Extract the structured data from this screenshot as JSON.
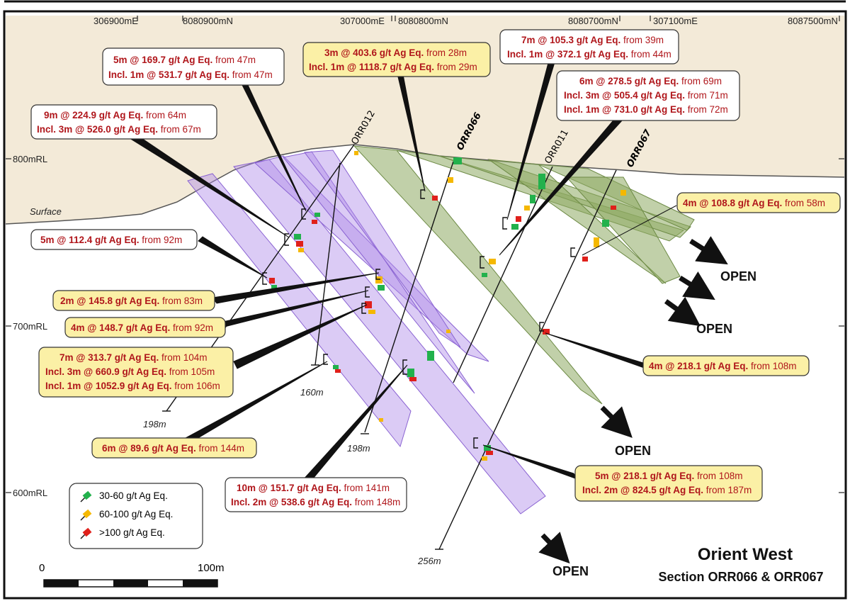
{
  "title": "Orient West",
  "subtitle": "Section ORR066 & ORR067",
  "grid_labels": {
    "top": [
      "306900mE",
      "8080900mN",
      "307000mE",
      "8080800mN",
      "8080700mN",
      "307100mE",
      "8087500mN"
    ],
    "left": [
      "800mRL",
      "700mRL",
      "600mRL"
    ],
    "surface": "Surface"
  },
  "holes": {
    "orr012": "ORR012",
    "orr066": "ORR066",
    "orr011": "ORR011",
    "orr067": "ORR067"
  },
  "depths": [
    "198m",
    "160m",
    "198m",
    "256m"
  ],
  "open_label": "OPEN",
  "callouts": {
    "red": [
      {
        "line1_bold": "5m @ 169.7 g/t Ag Eq.",
        "line1_rest": " from 47m",
        "line2_bold": "Incl. 1m @ 531.7 g/t Ag Eq.",
        "line2_rest": " from 47m"
      },
      {
        "line1_bold": "9m @ 224.9 g/t Ag Eq.",
        "line1_rest": " from 64m",
        "line2_bold": "Incl. 3m @ 526.0 g/t Ag Eq.",
        "line2_rest": " from 67m"
      },
      {
        "line1_bold": "7m @ 105.3 g/t Ag Eq.",
        "line1_rest": " from 39m",
        "line2_bold": "Incl. 1m @ 372.1 g/t Ag Eq.",
        "line2_rest": " from 44m"
      },
      {
        "line1_bold": "6m @ 278.5 g/t Ag Eq.",
        "line1_rest": " from 69m",
        "line2_bold": "Incl. 3m @ 505.4 g/t Ag Eq.",
        "line2_rest": " from 71m",
        "line3_bold": "Incl. 1m @ 731.0 g/t Ag Eq.",
        "line3_rest": " from 72m"
      },
      {
        "line1_bold": "5m @ 112.4 g/t Ag Eq.",
        "line1_rest": " from 92m"
      },
      {
        "line1_bold": "10m @ 151.7 g/t Ag Eq.",
        "line1_rest": " from 141m",
        "line2_bold": "Incl. 2m @ 538.6 g/t Ag Eq.",
        "line2_rest": " from 148m"
      }
    ],
    "yellow": [
      {
        "line1_bold": "3m @ 403.6 g/t Ag Eq.",
        "line1_rest": " from 28m",
        "line2_bold": "Incl. 1m @ 1118.7 g/t Ag Eq.",
        "line2_rest": " from 29m"
      },
      {
        "line1_bold": "4m @ 108.8 g/t Ag Eq.",
        "line1_rest": " from 58m"
      },
      {
        "line1_bold": "2m @ 145.8 g/t Ag Eq.",
        "line1_rest": " from 83m"
      },
      {
        "line1_bold": "4m @ 148.7 g/t Ag Eq.",
        "line1_rest": " from 92m"
      },
      {
        "line1_bold": "7m @ 313.7 g/t Ag Eq.",
        "line1_rest": " from 104m",
        "line2_bold": "Incl. 3m @ 660.9 g/t Ag Eq.",
        "line2_rest": " from 105m",
        "line3_bold": "Incl. 1m @ 1052.9 g/t Ag Eq.",
        "line3_rest": " from 106m"
      },
      {
        "line1_bold": "4m @ 218.1 g/t Ag Eq.",
        "line1_rest": " from 108m"
      },
      {
        "line1_bold": "6m @ 89.6 g/t Ag Eq.",
        "line1_rest": " from 144m"
      },
      {
        "line1_bold": "5m @ 218.1 g/t Ag Eq.",
        "line1_rest": " from 108m",
        "line2_bold": "Incl. 2m @ 824.5 g/t Ag Eq.",
        "line2_rest": " from 187m"
      }
    ]
  },
  "legend": {
    "items": [
      "30-60 g/t Ag Eq.",
      "60-100 g/t Ag Eq.",
      ">100 g/t Ag Eq."
    ],
    "colors": [
      "#22b14c",
      "#f5b800",
      "#e0201b"
    ]
  },
  "scale": {
    "start": "0",
    "end": "100m"
  },
  "colors": {
    "bold_red": "#b0161b",
    "callout_yellow": "#fbf0a6",
    "purple_zone": "#b08ce8",
    "green_zone": "#8ea963",
    "ground": "#f3ead8"
  }
}
